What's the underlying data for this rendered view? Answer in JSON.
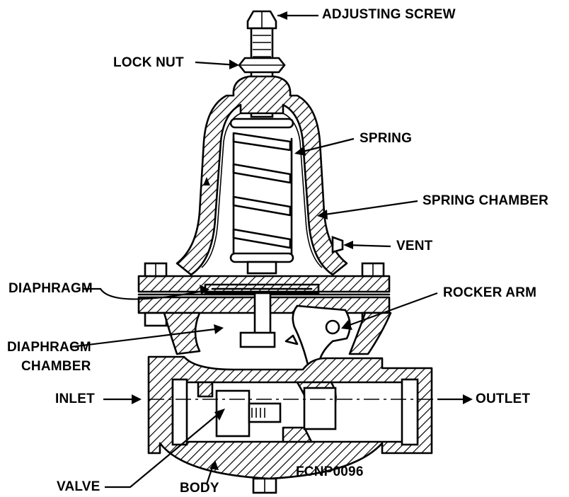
{
  "labels": {
    "adjusting_screw": "ADJUSTING SCREW",
    "lock_nut": "LOCK NUT",
    "spring": "SPRING",
    "spring_chamber": "SPRING CHAMBER",
    "vent": "VENT",
    "diaphragm": "DIAPHRAGM",
    "rocker_arm": "ROCKER ARM",
    "diaphragm_chamber_line1": "DIAPHRAGM",
    "diaphragm_chamber_line2": "CHAMBER",
    "inlet": "INLET",
    "outlet": "OUTLET",
    "valve": "VALVE",
    "body": "BODY",
    "figure_code": "FCNP0096"
  },
  "colors": {
    "ink": "#000000",
    "paper": "#ffffff"
  }
}
